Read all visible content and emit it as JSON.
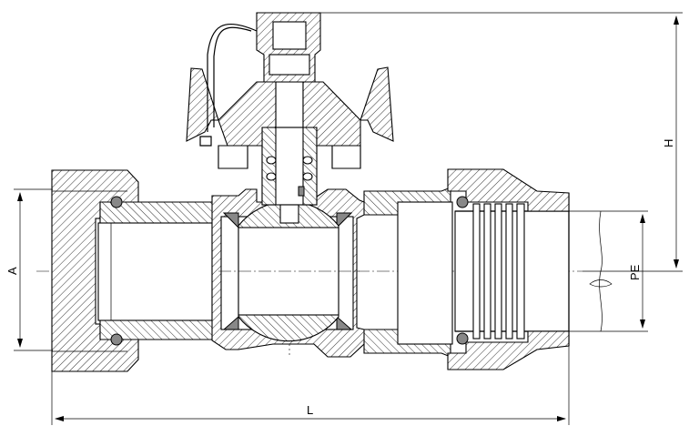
{
  "dimensions": {
    "a_label": "A",
    "h_label": "H",
    "pe_label": "PE",
    "l_label": "L"
  }
}
